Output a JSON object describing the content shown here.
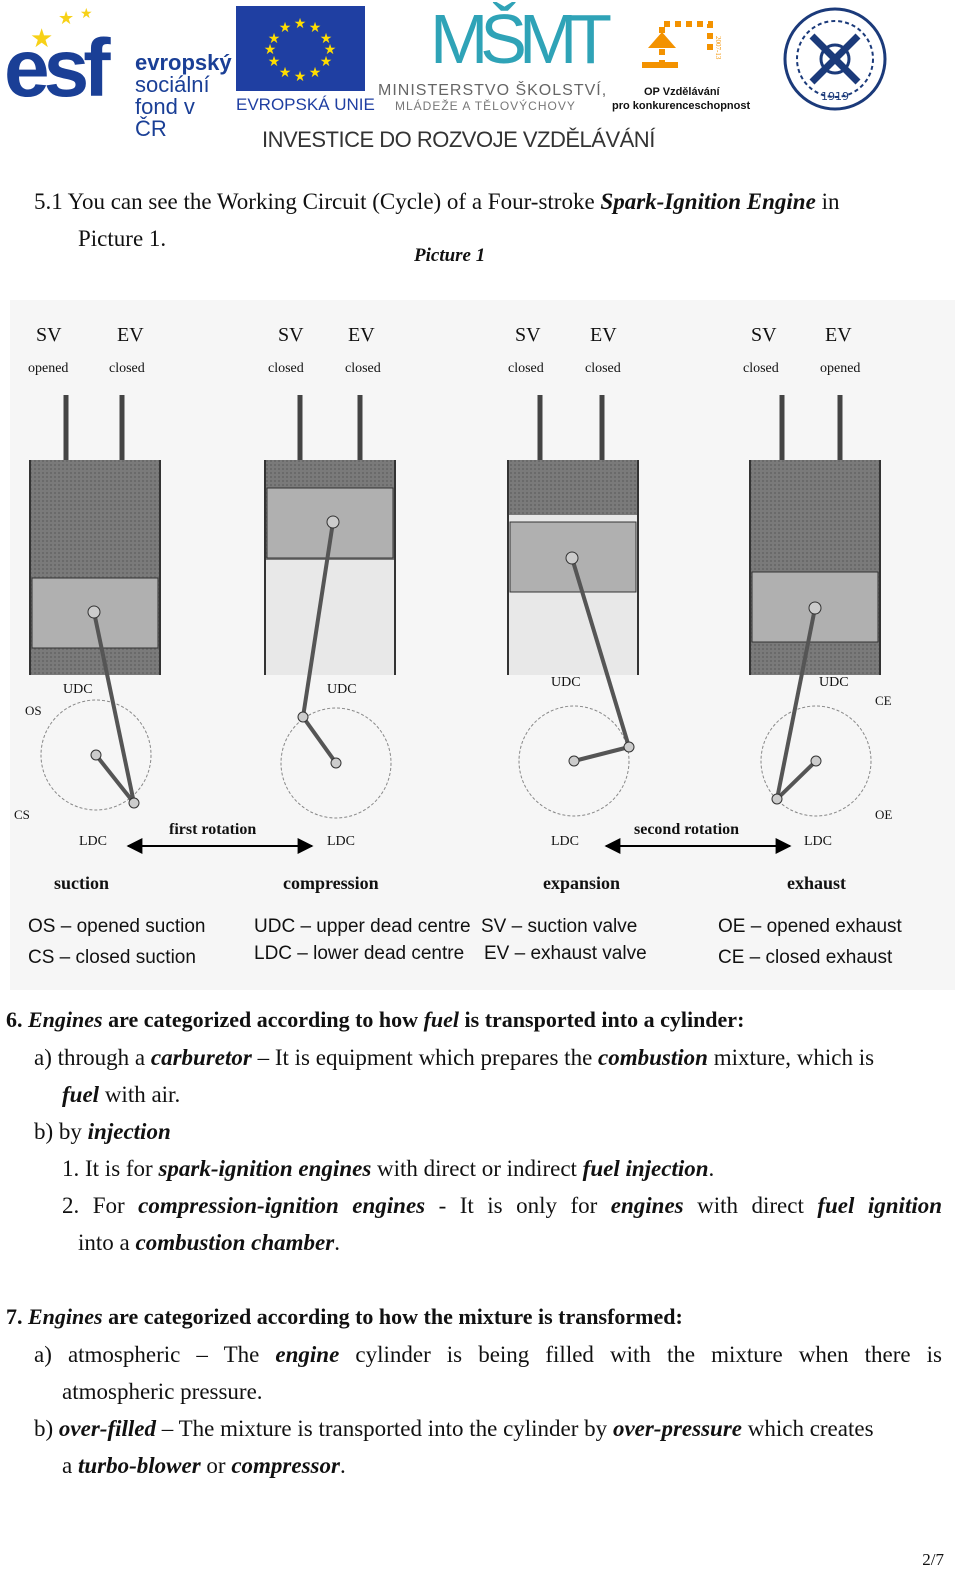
{
  "header": {
    "esf_letters": "esf",
    "esf_lines": [
      "evropský",
      "sociální",
      "fond v ČR"
    ],
    "eu_caption": "EVROPSKÁ UNIE",
    "msmt_logo": "MŠMT",
    "msmt_line1": "MINISTERSTVO ŠKOLSTVÍ,",
    "msmt_line2": "MLÁDEŽE A TĚLOVÝCHOVY",
    "op_years": "2007-13",
    "op_line1": "OP Vzdělávání",
    "op_line2": "pro konkurenceschopnost",
    "seal_year": "1919",
    "banner": "INVESTICE DO ROZVOJE VZDĚLÁVÁNÍ"
  },
  "intro": {
    "prefix": "5.1 You can see the Working Circuit (Cycle) of a Four-stroke ",
    "emphasis": "Spark-Ignition Engine",
    "suffix": " in",
    "line2": "Picture 1."
  },
  "figure": {
    "title": "Picture 1",
    "valve_labels": {
      "sv": "SV",
      "ev": "EV"
    },
    "strokes": [
      {
        "name": "suction",
        "sv_state": "opened",
        "ev_state": "closed",
        "udc": "UDC",
        "ldc": "LDC"
      },
      {
        "name": "compression",
        "sv_state": "closed",
        "ev_state": "closed",
        "udc": "UDC",
        "ldc": "LDC"
      },
      {
        "name": "expansion",
        "sv_state": "closed",
        "ev_state": "closed",
        "udc": "UDC",
        "ldc": "LDC"
      },
      {
        "name": "exhaust",
        "sv_state": "closed",
        "ev_state": "opened",
        "udc": "UDC",
        "ldc": "LDC"
      }
    ],
    "markers": {
      "os": "OS",
      "cs": "CS",
      "ce": "CE",
      "oe": "OE"
    },
    "rotations": {
      "first": "first rotation",
      "second": "second rotation"
    },
    "legend": [
      [
        "OS – opened suction",
        "CS – closed suction"
      ],
      [
        "UDC – upper dead centre",
        "LDC – lower dead centre"
      ],
      [
        "SV – suction valve",
        "EV – exhaust valve"
      ],
      [
        "OE – opened exhaust",
        "CE – closed exhaust"
      ]
    ]
  },
  "section6": {
    "number": "6.",
    "heading_em1": "Engines",
    "heading_mid": " are categorized according to how ",
    "heading_em2": "fuel",
    "heading_end": " is transported into a cylinder:",
    "a_prefix": "a) through a ",
    "a_em": "carburetor",
    "a_mid": " – It is equipment which prepares the ",
    "a_em2": "combustion",
    "a_end": " mixture, which is",
    "a_line2_em": "fuel",
    "a_line2_end": " with air.",
    "b_prefix": "b) by ",
    "b_em": "injection",
    "b1_prefix": "1. It is for ",
    "b1_em": "spark-ignition engines",
    "b1_mid": " with direct or indirect ",
    "b1_em2": "fuel injection",
    "b1_end": ".",
    "b2_prefix": "2. For ",
    "b2_em": "compression-ignition engines",
    "b2_mid": " - It is only for ",
    "b2_em2": "engines",
    "b2_mid2": " with direct ",
    "b2_em3": "fuel ignition",
    "b2_line2_prefix": "into a ",
    "b2_line2_em": "combustion chamber",
    "b2_line2_end": "."
  },
  "section7": {
    "number": "7.",
    "heading_em": "Engines",
    "heading_end": " are categorized according to how the mixture is transformed:",
    "a_prefix": "a) atmospheric – The ",
    "a_em": "engine",
    "a_end": " cylinder is being filled with the mixture when there is",
    "a_line2": "atmospheric pressure.",
    "b_prefix": "b) ",
    "b_em": "over-filled",
    "b_mid": " – The mixture is transported into the cylinder by ",
    "b_em2": "over-pressure",
    "b_end": " which creates",
    "b_line2_prefix": "a ",
    "b_line2_em": "turbo-blower",
    "b_line2_mid": " or ",
    "b_line2_em2": "compressor",
    "b_line2_end": "."
  },
  "page_number": "2/7"
}
